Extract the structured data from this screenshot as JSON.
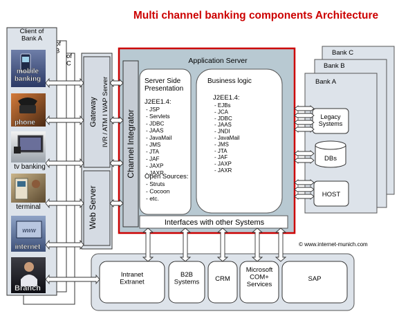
{
  "title": "Multi channel banking components Architecture",
  "colors": {
    "title": "#cc0000",
    "border_red": "#cc0000",
    "panel": "#dde3ea",
    "app_server_bg": "#b8c9d2",
    "dark_panel": "#c8cdd4",
    "arrow_fill": "#ffffff",
    "line": "#333333"
  },
  "clients": {
    "front_label": "Client of\nBank A",
    "back_labels": [
      "of\nB",
      "of\nC"
    ],
    "channels": [
      {
        "id": "mobile",
        "label": "mobile\nbanking"
      },
      {
        "id": "phone",
        "label": "phone"
      },
      {
        "id": "tv",
        "label": "tv banking"
      },
      {
        "id": "terminal",
        "label": "terminal"
      },
      {
        "id": "internet",
        "label": "internet"
      },
      {
        "id": "branch",
        "label": "Branch"
      }
    ]
  },
  "gateway": {
    "label": "Gateway",
    "sublabel": "IVR / ATM  I  WAP Server",
    "web_server": "Web Server"
  },
  "app_server": {
    "title": "Application Server",
    "channel_integrator": "Channel Integrator",
    "presentation": {
      "title": "Server Side\nPresentation",
      "subtitle": "J2EE1.4:",
      "items": [
        "- JSP",
        "- Servlets",
        "- JDBC",
        "- JAAS",
        "- JavaMail",
        "- JMS",
        "- JTA",
        "- JAF",
        "- JAXP",
        "- JAXR"
      ],
      "open_sources_title": "Open Sources:",
      "open_sources": [
        "- Struts",
        "- Cocoon",
        "- etc."
      ]
    },
    "business": {
      "title": "Business logic",
      "subtitle": "J2EE1.4:",
      "items": [
        "- EJBs",
        "- JCA",
        "- JDBC",
        "- JAAS",
        "- JNDI",
        "- JavaMail",
        "- JMS",
        "- JTA",
        "- JAF",
        "- JAXP",
        "- JAXR"
      ]
    },
    "interfaces": "Interfaces with other Systems"
  },
  "banks": {
    "labels": [
      "Bank C",
      "Bank B",
      "Bank A"
    ],
    "systems": [
      "Legacy\nSystems",
      "DBs",
      "HOST"
    ]
  },
  "copyright": "© www.internet-munich.com",
  "external_systems": [
    "Intranet\nExtranet",
    "B2B\nSystems",
    "CRM",
    "Microsoft\nCOM+\nServices",
    "SAP"
  ]
}
